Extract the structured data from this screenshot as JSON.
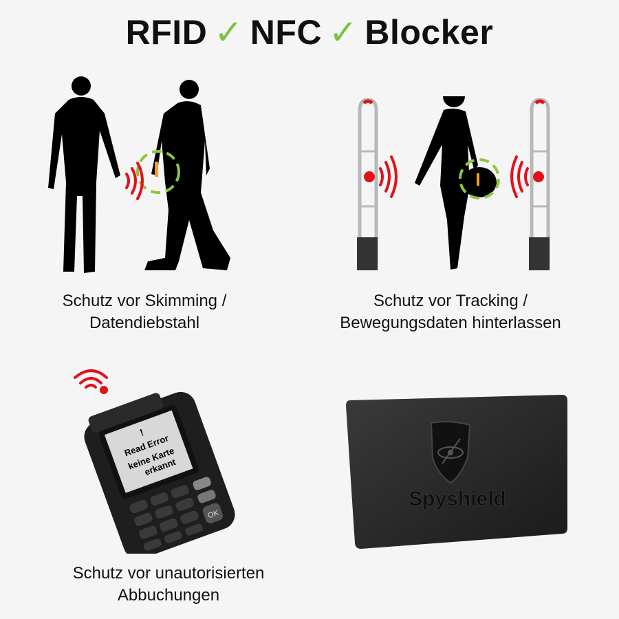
{
  "title": {
    "part1": "RFID",
    "check1": "✓",
    "part2": "NFC",
    "check2": "✓",
    "part3": "Blocker"
  },
  "panels": [
    {
      "caption_line1": "Schutz vor Skimming /",
      "caption_line2": "Datendiebstahl"
    },
    {
      "caption_line1": "Schutz vor Tracking /",
      "caption_line2": "Bewegungsdaten hinterlassen"
    },
    {
      "caption_line1": "Schutz vor unautorisierten",
      "caption_line2": "Abbuchungen"
    }
  ],
  "terminal": {
    "screen_line0": "!",
    "screen_line1": "Read Error",
    "screen_line2": "keine Karte",
    "screen_line3": "erkannt",
    "ok_key": "OK"
  },
  "card": {
    "brand": "Spyshield"
  },
  "colors": {
    "check": "#7cc242",
    "signal": "#e2111a",
    "dashed_ring": "#8dc63f"
  }
}
